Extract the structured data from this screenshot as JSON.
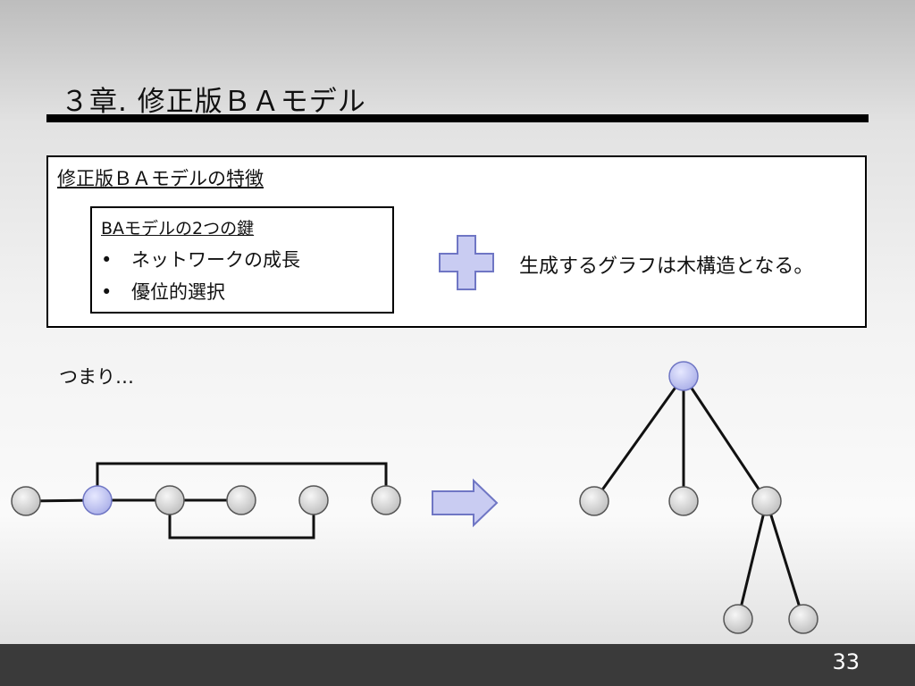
{
  "slide": {
    "title": "３章. 修正版ＢＡモデル",
    "feature_heading": "修正版ＢＡモデルの特徴",
    "key_box": {
      "heading": "BAモデルの2つの鍵",
      "items": [
        "ネットワークの成長",
        "優位的選択"
      ],
      "bullet": "•"
    },
    "plus_icon": "plus-icon",
    "result_text": "生成するグラフは木構造となる。",
    "tsumari": "つまり…",
    "arrow_icon": "right-arrow-icon",
    "page_number": "33"
  },
  "colors": {
    "node_gray": "#d4d4d4",
    "node_highlight": "#c4c8f0",
    "shape_fill": "#c9ccf2",
    "shape_stroke": "#6f76c4",
    "footer": "#3a3a3a"
  }
}
